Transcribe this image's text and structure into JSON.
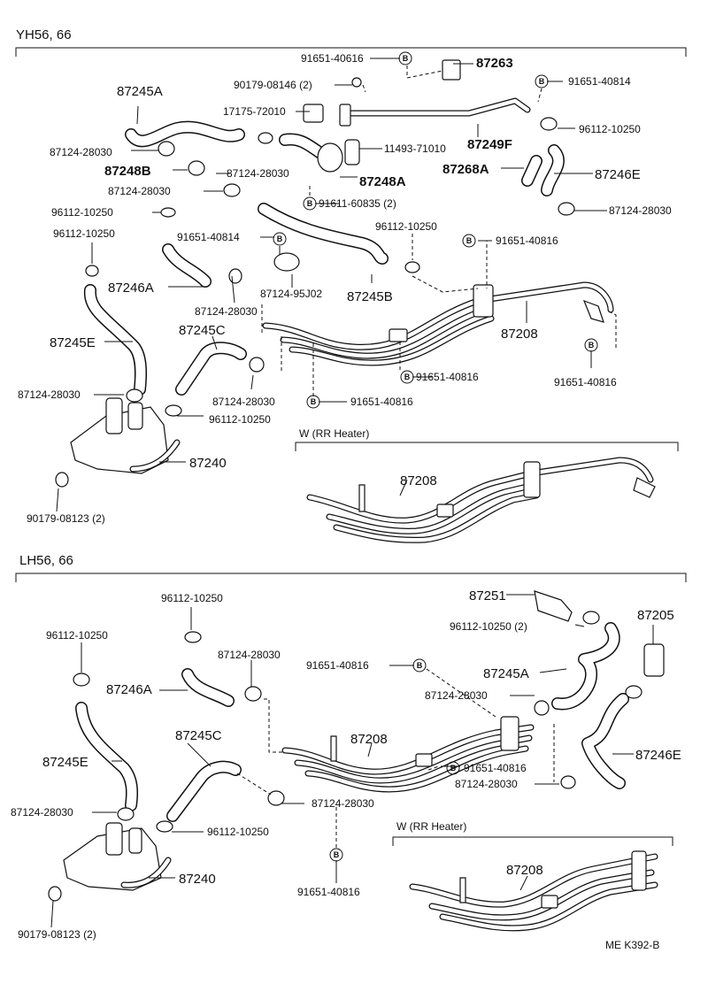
{
  "sections": {
    "top": {
      "title": "YH56, 66",
      "rr_heater": "W (RR Heater)"
    },
    "bottom": {
      "title": "LH56, 66",
      "rr_heater": "W (RR Heater)"
    }
  },
  "bolt_symbol": "B",
  "top_labels": {
    "l1": "91651-40616",
    "l2": "87263",
    "l3": "90179-08146 (2)",
    "l4": "91651-40814",
    "l5": "87245A",
    "l6": "17175-72010",
    "l7": "96112-10250",
    "l8": "87249F",
    "l9": "11493-71010",
    "l10": "87124-28030",
    "l11": "87248B",
    "l12": "87124-28030",
    "l13": "87268A",
    "l14": "87246E",
    "l15": "87248A",
    "l16": "87124-28030",
    "l17": "91611-60835 (2)",
    "l18": "87124-28030",
    "l19": "96112-10250",
    "l20": "96112-10250",
    "l21": "96112-10250",
    "l22": "91651-40816",
    "l23": "91651-40814",
    "l24": "87124-95J02",
    "l25": "87245B",
    "l26": "87246A",
    "l27": "87124-28030",
    "l28": "87245C",
    "l29": "87208",
    "l30": "87245E",
    "l31": "91651-40816",
    "l32": "91651-40816",
    "l33": "87124-28030",
    "l34": "87124-28030",
    "l35": "91651-40816",
    "l36": "96112-10250",
    "l37": "87240",
    "l38": "87208",
    "l39": "90179-08123 (2)"
  },
  "bottom_labels": {
    "m1": "87251",
    "m2": "96112-10250",
    "m3": "96112-10250 (2)",
    "m4": "87205",
    "m5": "96112-10250",
    "m6": "87124-28030",
    "m7": "91651-40816",
    "m8": "87246A",
    "m9": "87245A",
    "m10": "87124-28030",
    "m11": "87245C",
    "m12": "87208",
    "m13": "87245E",
    "m14": "91651-40816",
    "m15": "87246E",
    "m16": "87124-28030",
    "m17": "87124-28030",
    "m18": "87124-28030",
    "m19": "96112-10250",
    "m20": "87240",
    "m21": "91651-40816",
    "m22": "87208",
    "m23": "90179-08123 (2)"
  },
  "footer": {
    "code": "ME  K392-B"
  }
}
